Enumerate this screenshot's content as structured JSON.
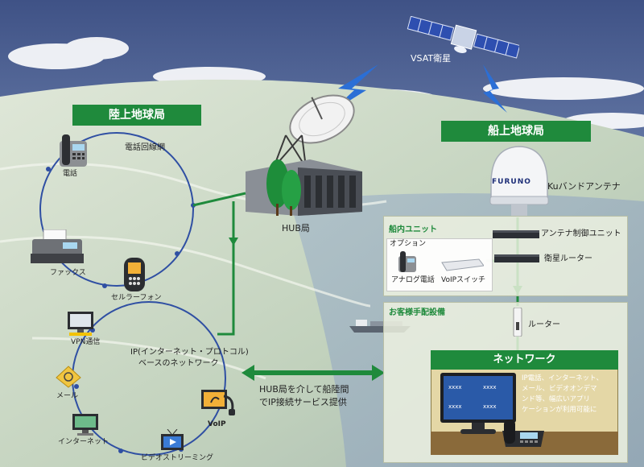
{
  "satellite": {
    "label": "VSAT衛星"
  },
  "land_station": {
    "title": "陸上地球局"
  },
  "ship_station": {
    "title": "船上地球局"
  },
  "hub": {
    "label": "HUB局"
  },
  "antenna": {
    "brand": "FURUNO",
    "label": "Kuバンドアンテナ"
  },
  "phone_network": {
    "label": "電話回線網",
    "devices": {
      "phone": "電話",
      "fax": "ファックス",
      "cell": "セルラーフォン"
    }
  },
  "ip_network": {
    "label_line1": "IP(インターネット・プロトコル)",
    "label_line2": "ベースのネットワーク",
    "devices": {
      "vpn": "VPN通信",
      "mail": "メール",
      "internet": "インターネット",
      "video": "ビデオストリーミング",
      "voip": "VoIP"
    }
  },
  "link_caption": {
    "line1": "HUB局を介して船陸間",
    "line2": "でIP接続サービス提供"
  },
  "ship_unit": {
    "title": "船内ユニット",
    "option_label": "オプション",
    "analog_phone": "アナログ電話",
    "voip_switch": "VoIPスイッチ",
    "antenna_control": "アンテナ制御ユニット",
    "sat_router": "衛星ルーター"
  },
  "customer_equipment": {
    "title": "お客様手配設備",
    "router": "ルーター",
    "network_title": "ネットワーク",
    "network_desc": [
      "IP電話、インターネット、",
      "メール、ビデオオンデマ",
      "ンド等、幅広いアプリ",
      "ケーションが利用可能に"
    ],
    "screen_items": [
      "xxxx",
      "xxxx",
      "xxxx",
      "xxxx"
    ]
  },
  "colors": {
    "accent_green": "#1f8a3c",
    "ring_blue": "#2f4fa3",
    "sky_top": "#4d5f8f",
    "land": "#b9ccb0"
  }
}
